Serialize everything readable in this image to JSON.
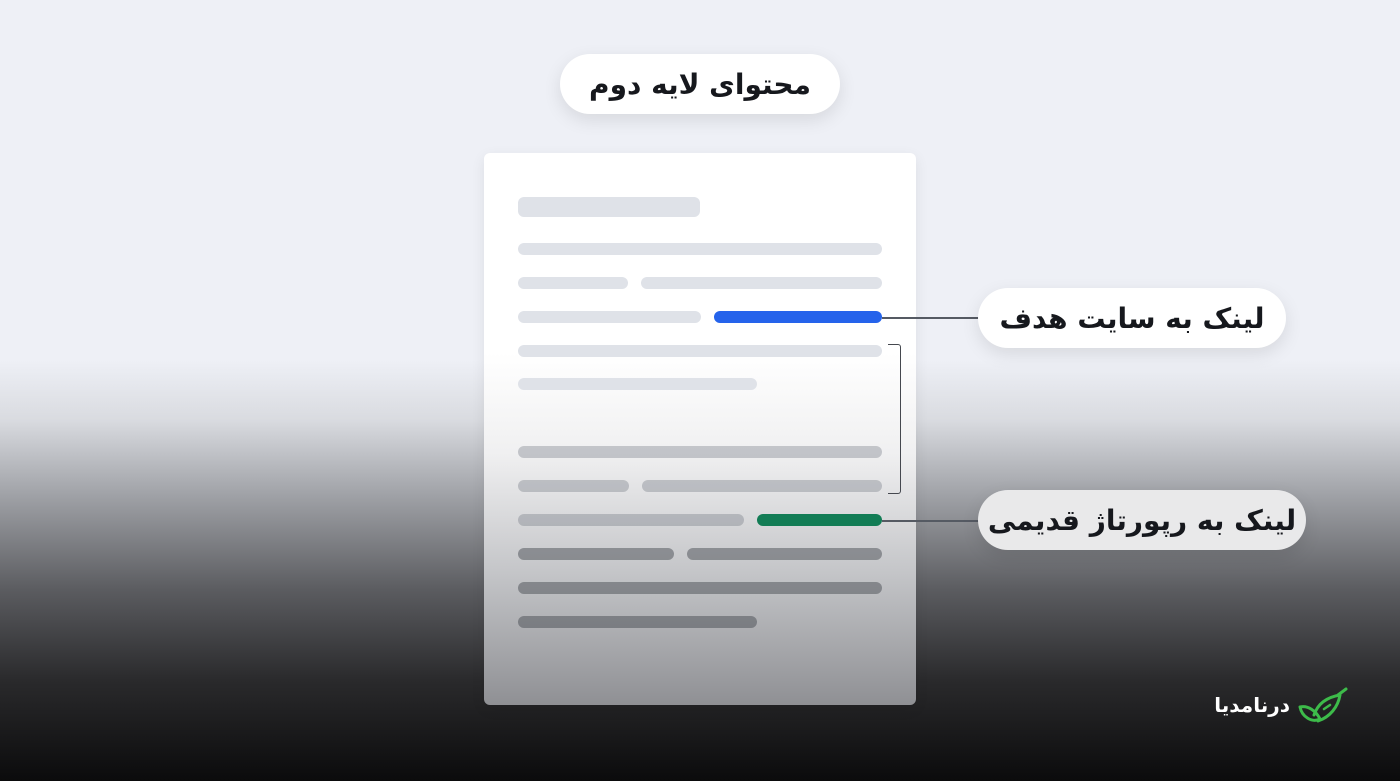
{
  "diagram": {
    "title": "محتوای لایه دوم",
    "labels": {
      "target_link": "لینک به سایت هدف",
      "old_report_link": "لینک به رپورتاژ قدیمی"
    },
    "colors": {
      "target_link": "#2563eb",
      "old_report_link": "#127c55"
    }
  },
  "brand": {
    "name": "درنامدیا",
    "logo_icon": "leaf-bird-icon",
    "color": "#3dbb4a"
  }
}
